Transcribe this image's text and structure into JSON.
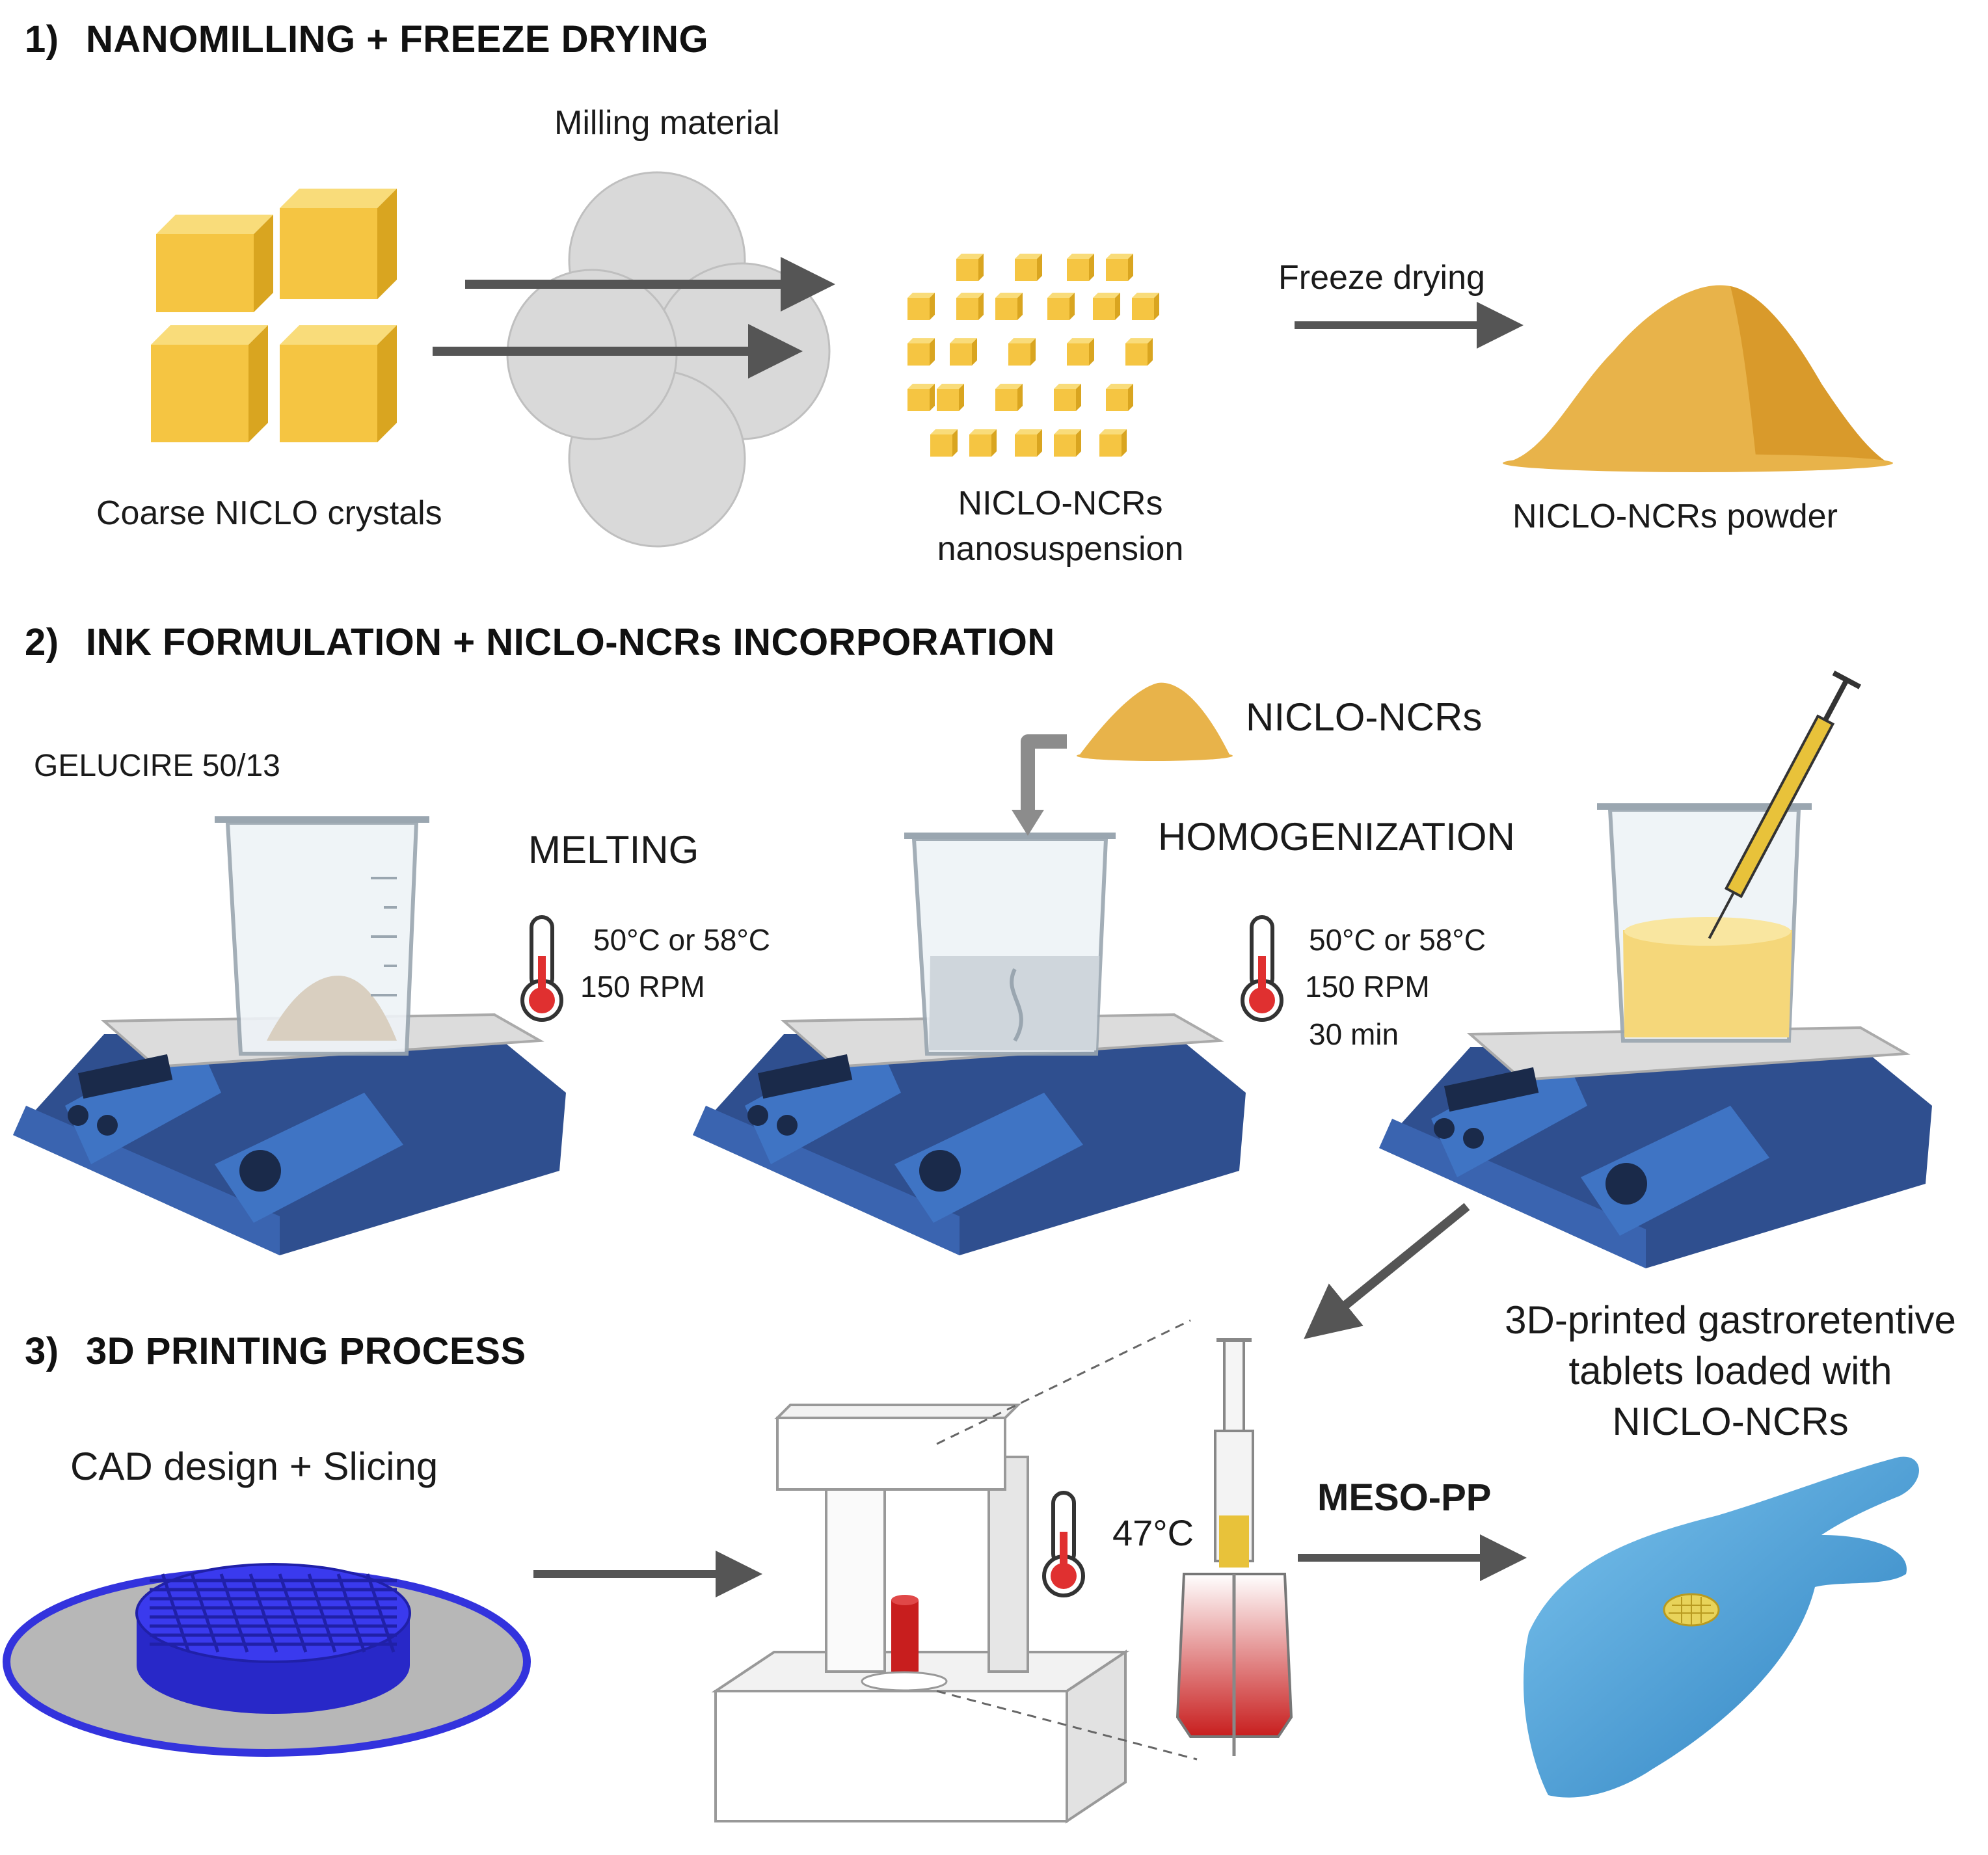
{
  "sections": {
    "s1_number": "1)",
    "s1_title": "NANOMILLING + FREEZE DRYING",
    "s2_number": "2)",
    "s2_title": "INK FORMULATION + NICLO-NCRs INCORPORATION",
    "s3_number": "3)",
    "s3_title": "3D PRINTING PROCESS"
  },
  "step1": {
    "milling_material": "Milling material",
    "coarse_crystals": "Coarse NICLO crystals",
    "nanosuspension_line1": "NICLO-NCRs",
    "nanosuspension_line2": "nanosuspension",
    "freeze_drying": "Freeze drying",
    "powder": "NICLO-NCRs powder"
  },
  "step2": {
    "gelucire": "GELUCIRE 50/13",
    "melting": "MELTING",
    "melting_temp": "50°C or 58°C",
    "melting_rpm": "150 RPM",
    "niclo_ncrs": "NICLO-NCRs",
    "homogenization": "HOMOGENIZATION",
    "homog_temp": "50°C or 58°C",
    "homog_rpm": "150 RPM",
    "homog_time": "30 min"
  },
  "step3": {
    "cad": "CAD design + Slicing",
    "print_temp": "47°C",
    "meso_pp": "MESO-PP",
    "result_line1": "3D-printed gastroretentive",
    "result_line2": "tablets loaded with",
    "result_line3": "NICLO-NCRs"
  },
  "colors": {
    "crystal": "#f5c542",
    "crystal_dark": "#d9a520",
    "ball": "#d9d9d9",
    "arrow": "#555555",
    "stirrer": "#2f5597",
    "thermometer_red": "#e03030",
    "glove": "#4fa3d8",
    "scaffold": "#3333dd",
    "ink_red": "#c81e1e"
  }
}
